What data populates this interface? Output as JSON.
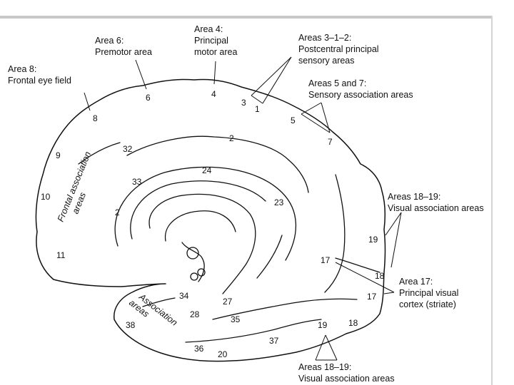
{
  "callouts": {
    "area8": [
      "Area 8:",
      "Frontal eye field"
    ],
    "area6": [
      "Area 6:",
      "Premotor area"
    ],
    "area4": [
      "Area 4:",
      "Principal",
      "motor area"
    ],
    "area312": [
      "Areas 3–1–2:",
      "Postcentral principal",
      "sensory areas"
    ],
    "area57": [
      "Areas 5 and 7:",
      "Sensory association areas"
    ],
    "area1819_top": [
      "Areas 18–19:",
      "Visual association areas"
    ],
    "area17": [
      "Area 17:",
      "Principal visual",
      "cortex (striate)"
    ],
    "area1819_bottom": [
      "Areas 18–19:",
      "Visual association areas"
    ]
  },
  "regions": {
    "frontal": [
      "Frontal association",
      "areas"
    ],
    "temporal": [
      "Association",
      "areas"
    ]
  },
  "numbers": {
    "n8": "8",
    "n6": "6",
    "n4": "4",
    "n3": "3",
    "n1": "1",
    "n5": "5",
    "n7": "7",
    "n9": "9",
    "n32": "32",
    "n2a": "2",
    "n24": "24",
    "n33": "33",
    "n10": "10",
    "n2b": "2",
    "n23": "23",
    "n19a": "19",
    "n11": "11",
    "n17a": "17",
    "n18a": "18",
    "n17b": "17",
    "n34": "34",
    "n27": "27",
    "n28": "28",
    "n35": "35",
    "n38": "38",
    "n37": "37",
    "n19b": "19",
    "n18b": "18",
    "n36": "36",
    "n20": "20"
  }
}
